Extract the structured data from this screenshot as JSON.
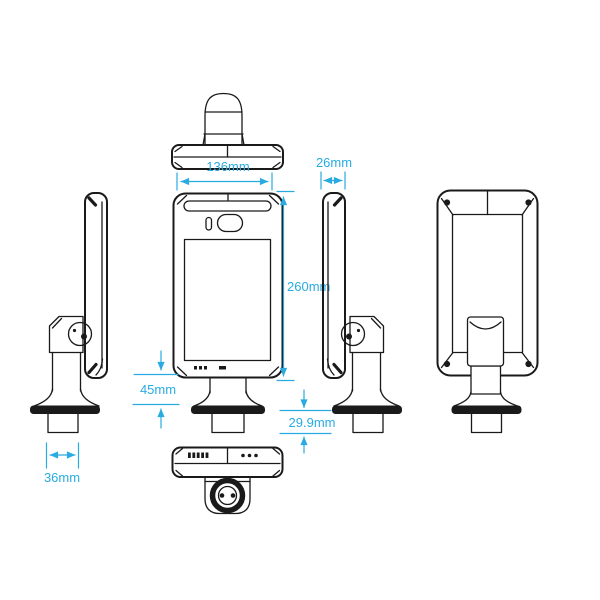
{
  "diagram": {
    "type": "orthographic-dimension-drawing",
    "subject": "face-recognition-terminal-with-pole-mount",
    "colors": {
      "background": "#ffffff",
      "line": "#1a1a1a",
      "dimension": "#29ABE2"
    },
    "dimensions": {
      "device_width": {
        "label": "136mm"
      },
      "device_thickness": {
        "label": "26mm"
      },
      "device_height": {
        "label": "260mm"
      },
      "pole_exposed_height": {
        "label": "45mm"
      },
      "flange_section_height": {
        "label": "29.9mm"
      },
      "base_pole_width": {
        "label": "36mm"
      }
    }
  }
}
